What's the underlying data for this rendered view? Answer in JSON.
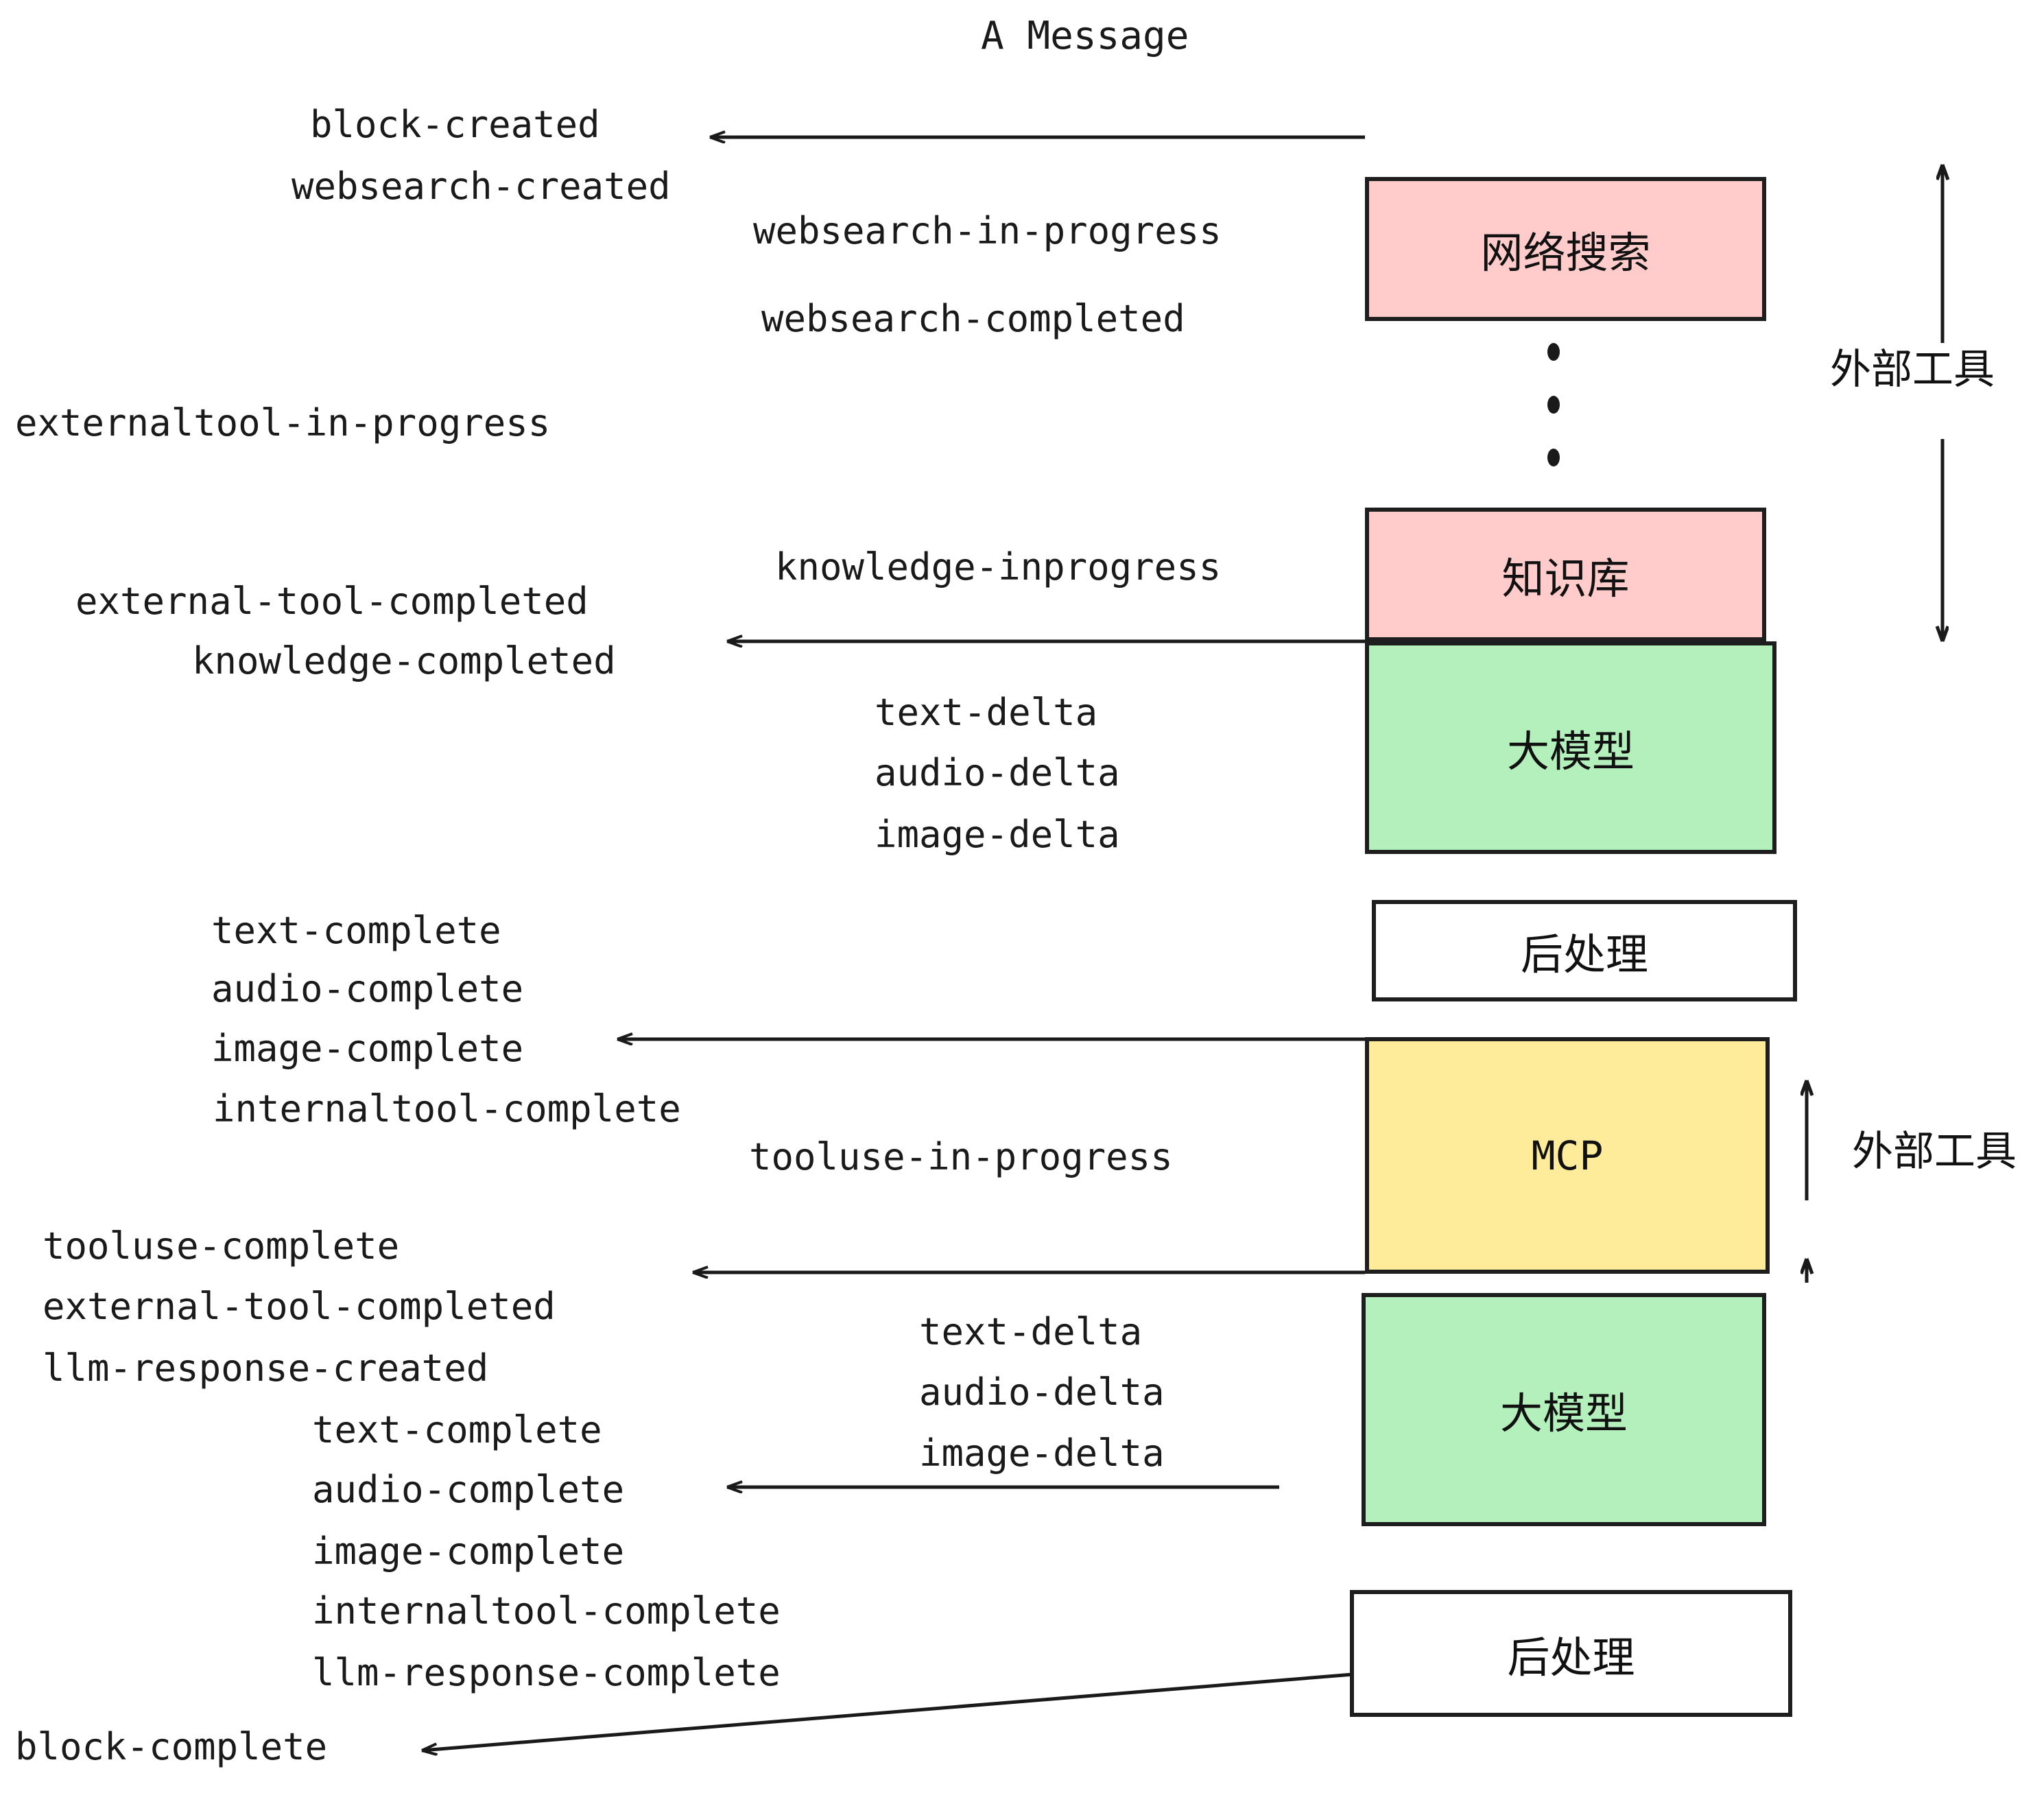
{
  "title": "A Message",
  "colors": {
    "pink": "#FFCCCB",
    "green": "#B3F0BC",
    "yellow": "#FFEC9A",
    "white": "#FFFFFF",
    "stroke": "#1E1E1E",
    "text": "#1A1A1A"
  },
  "boxes": [
    {
      "id": "websearch",
      "label": "网络搜索",
      "fill": "#FFCCCB"
    },
    {
      "id": "knowledge",
      "label": "知识库",
      "fill": "#FFCCCB"
    },
    {
      "id": "llm-top",
      "label": "大模型",
      "fill": "#B3F0BC"
    },
    {
      "id": "postprocess-top",
      "label": "后处理",
      "fill": "#FFFFFF"
    },
    {
      "id": "mcp",
      "label": "MCP",
      "fill": "#FFEC9A"
    },
    {
      "id": "llm-bottom",
      "label": "大模型",
      "fill": "#B3F0BC"
    },
    {
      "id": "postprocess-bottom",
      "label": "后处理",
      "fill": "#FFFFFF"
    }
  ],
  "side_labels": [
    {
      "id": "external-tool-top",
      "label": "外部工具"
    },
    {
      "id": "external-tool-bottom",
      "label": "外部工具"
    }
  ],
  "events": {
    "block_created": "block-created",
    "websearch_created": "websearch-created",
    "websearch_in_progress": "websearch-in-progress",
    "websearch_completed": "websearch-completed",
    "externaltool_in_progress": "externaltool-in-progress",
    "knowledge_inprogress": "knowledge-inprogress",
    "external_tool_completed_1": "external-tool-completed",
    "knowledge_completed": "knowledge-completed",
    "text_delta_1": "text-delta",
    "audio_delta_1": "audio-delta",
    "image_delta_1": "image-delta",
    "text_complete_1": "text-complete",
    "audio_complete_1": "audio-complete",
    "image_complete_1": "image-complete",
    "internaltool_complete_1": "internaltool-complete",
    "tooluse_in_progress": "tooluse-in-progress",
    "tooluse_complete": "tooluse-complete",
    "external_tool_completed_2": "external-tool-completed",
    "llm_response_created": "llm-response-created",
    "text_delta_2": "text-delta",
    "audio_delta_2": "audio-delta",
    "image_delta_2": "image-delta",
    "text_complete_2": "text-complete",
    "audio_complete_2": "audio-complete",
    "image_complete_2": "image-complete",
    "internaltool_complete_2": "internaltool-complete",
    "llm_response_complete": "llm-response-complete",
    "block_complete": "block-complete"
  }
}
